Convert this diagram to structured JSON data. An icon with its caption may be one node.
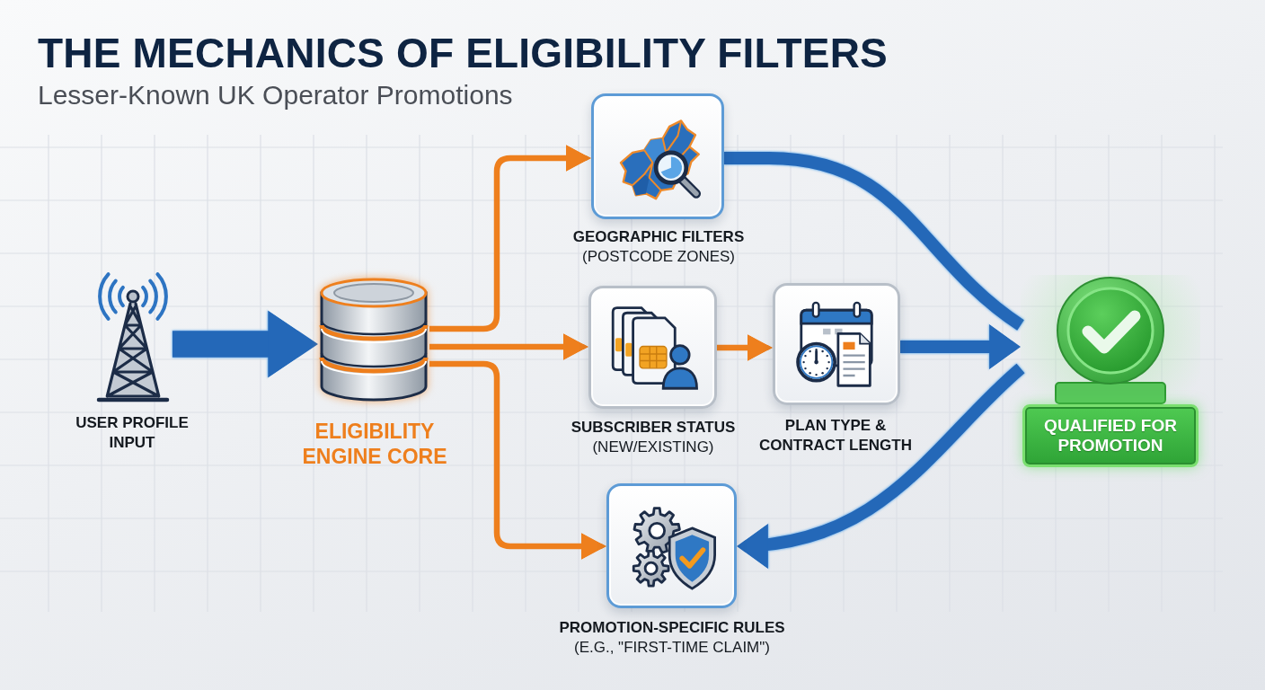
{
  "diagram": {
    "title": "THE MECHANICS OF ELIGIBILITY FILTERS",
    "nodes": [
      {
        "text": [],
        "shape": "picture",
        "beside": [
          "USER PROFILE INPUT"
        ]
      },
      {
        "text": [],
        "shape": "cylinder",
        "beside": [
          "ELIGIBILITY ENGINE CORE"
        ]
      },
      {
        "text": [],
        "shape": "box",
        "beside": [
          "GEOGRAPHIC FILTERS",
          "(POSTCODE ZONES)"
        ]
      },
      {
        "text": [],
        "shape": "box",
        "beside": [
          "SUBSCRIBER STATUS",
          "(NEW/EXISTING)"
        ]
      },
      {
        "text": [],
        "shape": "box",
        "beside": [
          "PLAN TYPE & CONTRACT LENGTH"
        ]
      },
      {
        "text": [],
        "shape": "box",
        "beside": [
          "PROMOTION-SPECIFIC RULES",
          "(E.G., \"FIRST-TIME CLAIM\")"
        ]
      },
      {
        "text": [
          "QUALIFIED FOR PROMOTION"
        ]
      }
    ],
    "edges": [
      {
        "from": 0,
        "to": 1,
        "arrow": "to",
        "style": "thick"
      },
      {
        "from": 1,
        "to": 2,
        "arrow": "to",
        "color": "#ee7f1d"
      },
      {
        "from": 1,
        "to": 3,
        "arrow": "to",
        "color": "#ee7f1d"
      },
      {
        "from": 1,
        "to": 5,
        "arrow": "to",
        "color": "#ee7f1d"
      },
      {
        "from": 3,
        "to": 4,
        "arrow": "to",
        "color": "#ee7f1d"
      },
      {
        "from": 2,
        "to": 6,
        "arrow": "none",
        "style": "thick"
      },
      {
        "from": 4,
        "to": 6,
        "arrow": "to",
        "style": "thick"
      },
      {
        "from": 6,
        "to": 5,
        "arrow": "to",
        "style": "thick"
      }
    ],
    "labels": [
      "Lesser-Known UK Operator Promotions"
    ]
  }
}
